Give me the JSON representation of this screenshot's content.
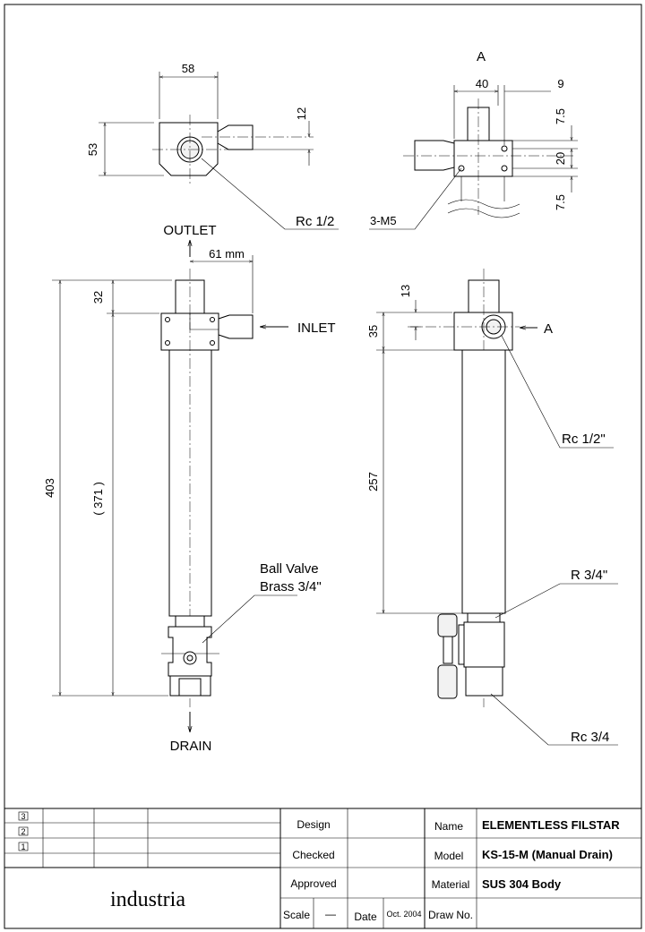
{
  "views": {
    "top_left": {
      "dim_width": "58",
      "dim_height": "53",
      "dim_offset": "12",
      "thread_label": "Rc 1/2"
    },
    "top_right": {
      "view_label": "A",
      "dim_width": "40",
      "dim_offset": "9",
      "dim_top": "7.5",
      "dim_middle": "20",
      "dim_bottom": "7.5",
      "holes_label": "3-M5"
    },
    "front_left": {
      "outlet_label": "OUTLET",
      "inlet_label": "INLET",
      "drain_label": "DRAIN",
      "dim_inlet": "61 mm",
      "dim_total": "403",
      "dim_top": "32",
      "dim_body": "( 371 )",
      "valve_label_1": "Ball Valve",
      "valve_label_2": "Brass 3/4\""
    },
    "front_right": {
      "dim_offset": "13",
      "dim_block": "35",
      "dim_tube": "257",
      "view_arrow_label": "A",
      "thread_top": "Rc 1/2\"",
      "thread_mid": "R 3/4\"",
      "thread_bottom": "Rc 3/4"
    }
  },
  "title_block": {
    "revisions": [
      "3",
      "2",
      "1"
    ],
    "logo": "industria",
    "design_label": "Design",
    "checked_label": "Checked",
    "approved_label": "Approved",
    "scale_label": "Scale",
    "scale_value": "—",
    "date_label": "Date",
    "date_value": "Oct. 2004",
    "name_label": "Name",
    "name_value": "ELEMENTLESS FILSTAR",
    "model_label": "Model",
    "model_value": "KS-15-M (Manual Drain)",
    "material_label": "Material",
    "material_value": "SUS 304 Body",
    "drawno_label": "Draw No."
  }
}
